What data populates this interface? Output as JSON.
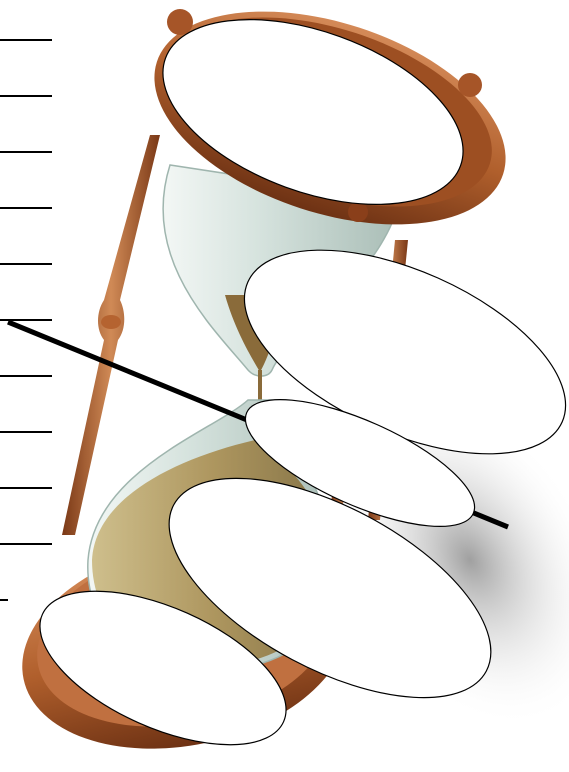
{
  "figure": {
    "subject": "hourglass",
    "colors": {
      "wood_dark": "#6b2f12",
      "wood_mid": "#b2602e",
      "wood_light": "#d89264",
      "glass": "#d9e6e2",
      "glass_edge": "#9fb5ae",
      "sand": "#a88a4a",
      "sand_top": "#8a6b3a",
      "shadow": "#9a9a9a",
      "line": "#000000",
      "label_fill": "#ffffff"
    },
    "tick_count": 11,
    "label_ellipse_count": 5,
    "labels": [
      "",
      "",
      "",
      "",
      ""
    ]
  }
}
